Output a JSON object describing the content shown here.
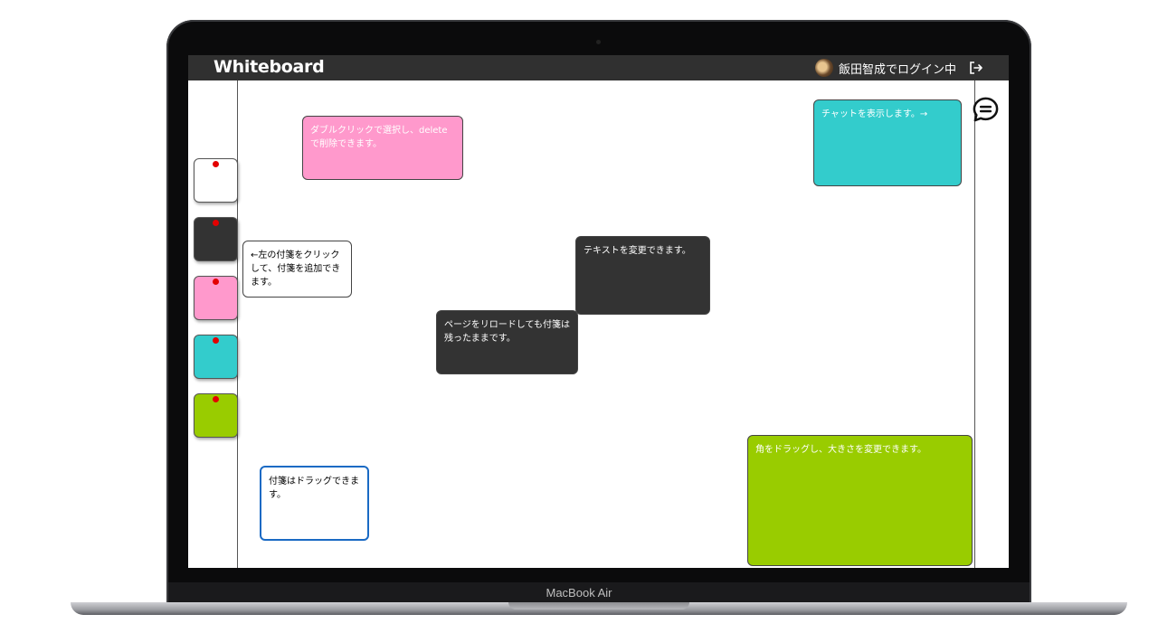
{
  "app": {
    "title": "Whiteboard",
    "user_label": "飯田智成でログイン中"
  },
  "device": {
    "model_label": "MacBook Air"
  },
  "palette": {
    "colors": [
      {
        "name": "white",
        "hex": "#ffffff"
      },
      {
        "name": "black",
        "hex": "#333333"
      },
      {
        "name": "pink",
        "hex": "#ff99cc"
      },
      {
        "name": "cyan",
        "hex": "#33cccc"
      },
      {
        "name": "green",
        "hex": "#99cc00"
      }
    ]
  },
  "icons": {
    "logout": "logout-icon",
    "chat": "chat-bubble-icon",
    "avatar": "user-avatar"
  },
  "notes": [
    {
      "color": "pink",
      "text": "ダブルクリックで選択し、deleteで削除できます。"
    },
    {
      "color": "cyan",
      "text": "チャットを表示します。→"
    },
    {
      "color": "white",
      "text": "←左の付箋をクリックして、付箋を追加できます。"
    },
    {
      "color": "black",
      "text": "テキストを変更できます。"
    },
    {
      "color": "black",
      "text": "ページをリロードしても付箋は残ったままです。"
    },
    {
      "color": "green",
      "text": "角をドラッグし、大きさを変更できます。"
    },
    {
      "color": "white",
      "text": "付箋はドラッグできます。",
      "selected": true
    }
  ]
}
